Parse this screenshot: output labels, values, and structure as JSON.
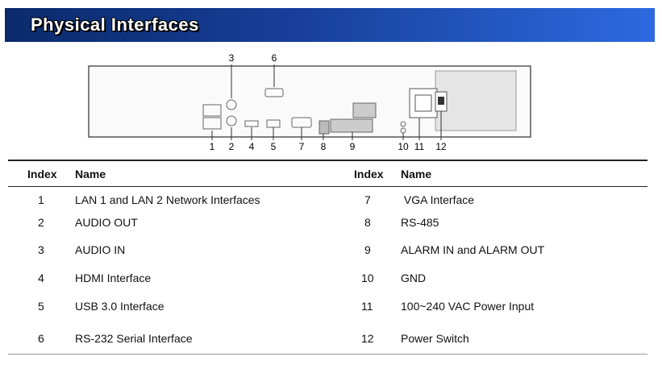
{
  "header": {
    "title": "Physical Interfaces"
  },
  "diagram": {
    "callouts_top": [
      "3",
      "6"
    ],
    "callouts_bottom": [
      "1",
      "2",
      "4",
      "5",
      "7",
      "8",
      "9",
      "10",
      "11",
      "12"
    ]
  },
  "table": {
    "headers": {
      "index": "Index",
      "name": "Name"
    },
    "rows": [
      {
        "l_index": "1",
        "l_name": "LAN 1 and LAN 2 Network Interfaces",
        "r_index": "7",
        "r_name": " VGA Interface"
      },
      {
        "l_index": "2",
        "l_name": "AUDIO OUT",
        "r_index": "8",
        "r_name": "RS-485"
      },
      {
        "l_index": "3",
        "l_name": "AUDIO IN",
        "r_index": "9",
        "r_name": "ALARM IN and ALARM OUT"
      },
      {
        "l_index": "4",
        "l_name": "HDMI Interface",
        "r_index": "10",
        "r_name": "GND"
      },
      {
        "l_index": "5",
        "l_name": "USB 3.0 Interface",
        "r_index": "11",
        "r_name": "100~240 VAC Power Input"
      },
      {
        "l_index": "6",
        "l_name": "RS-232 Serial Interface",
        "r_index": "12",
        "r_name": "Power Switch"
      }
    ]
  }
}
